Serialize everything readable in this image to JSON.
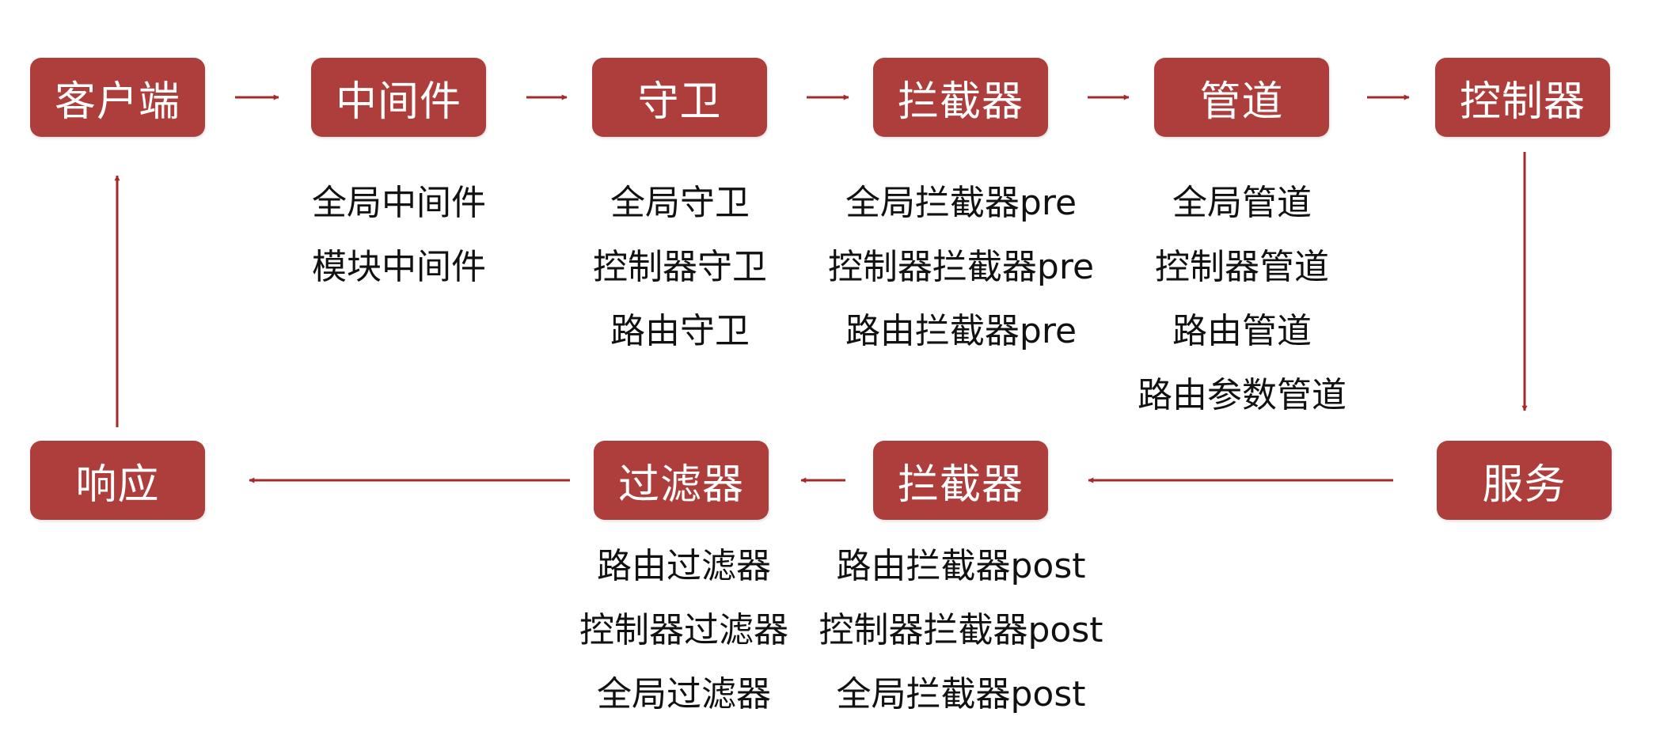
{
  "colors": {
    "box": "#AD3E3C",
    "arrow": "#A52A2A",
    "text": "#111111",
    "box_text": "#FFFFFF"
  },
  "nodes": {
    "client": {
      "label": "客户端"
    },
    "middleware": {
      "label": "中间件",
      "items": [
        "全局中间件",
        "模块中间件"
      ]
    },
    "guard": {
      "label": "守卫",
      "items": [
        "全局守卫",
        "控制器守卫",
        "路由守卫"
      ]
    },
    "interceptor_pre": {
      "label": "拦截器",
      "items": [
        "全局拦截器pre",
        "控制器拦截器pre",
        "路由拦截器pre"
      ]
    },
    "pipe": {
      "label": "管道",
      "items": [
        "全局管道",
        "控制器管道",
        "路由管道",
        "路由参数管道"
      ]
    },
    "controller": {
      "label": "控制器"
    },
    "service": {
      "label": "服务"
    },
    "interceptor_post": {
      "label": "拦截器",
      "items": [
        "路由拦截器post",
        "控制器拦截器post",
        "全局拦截器post"
      ]
    },
    "filter": {
      "label": "过滤器",
      "items": [
        "路由过滤器",
        "控制器过滤器",
        "全局过滤器"
      ]
    },
    "response": {
      "label": "响应"
    }
  }
}
